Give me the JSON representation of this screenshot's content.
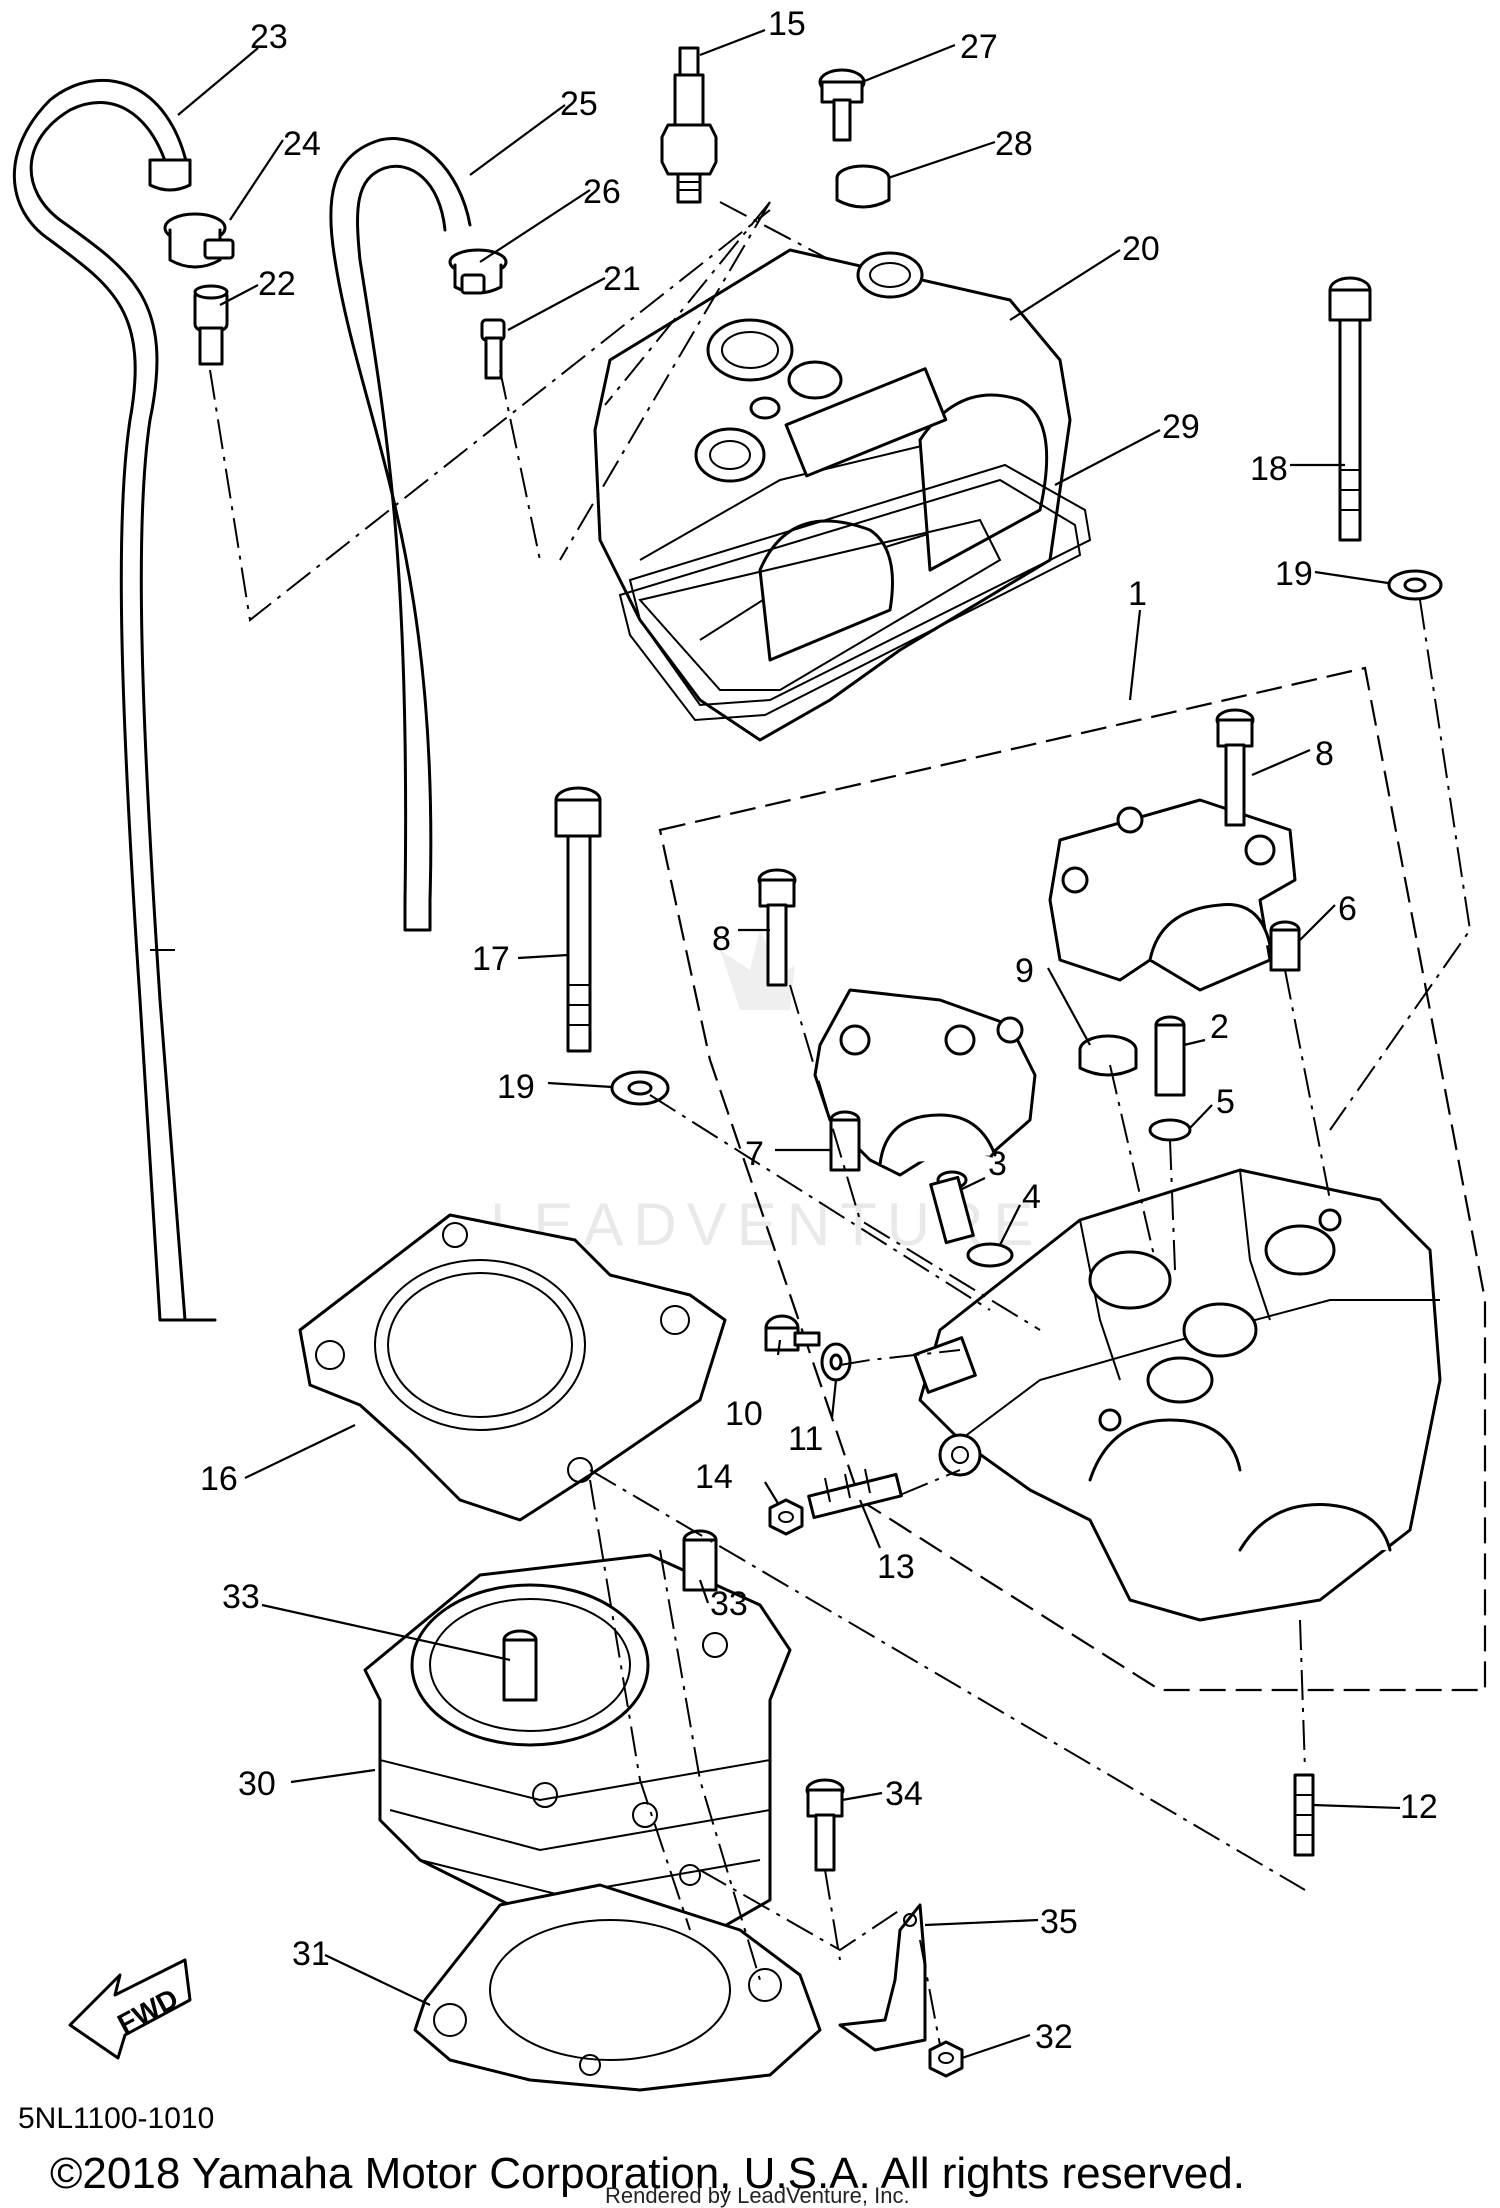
{
  "diagram": {
    "callouts": [
      "1",
      "2",
      "3",
      "4",
      "5",
      "6",
      "7",
      "8",
      "8",
      "9",
      "10",
      "11",
      "12",
      "13",
      "14",
      "15",
      "16",
      "17",
      "18",
      "19",
      "19",
      "20",
      "21",
      "22",
      "23",
      "24",
      "25",
      "26",
      "27",
      "28",
      "29",
      "30",
      "31",
      "32",
      "33",
      "33",
      "34",
      "35"
    ],
    "fwd_label": "FWD",
    "part_code": "5NL1100-1010",
    "copyright": "©2018 Yamaha Motor Corporation, U.S.A. All rights reserved.",
    "rendered_by": "Rendered by LeadVenture, Inc.",
    "watermark": "LEADVENTURE"
  }
}
